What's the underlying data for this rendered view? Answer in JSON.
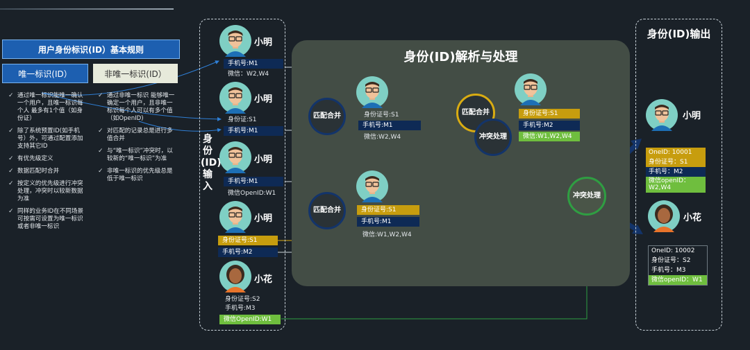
{
  "rules": {
    "title": "用户身份标识(ID）基本规则",
    "unique_label": "唯一标识(ID）",
    "nonunique_label": "非唯一标识(ID）",
    "unique_items": [
      "通过唯一标识能唯一确认一个用户，且唯一标识每个人 最多有1个值（如身份证）",
      "除了系统预置ID(如手机号）外，可通过配置添加支持其它ID",
      "有优先级定义",
      "数据匹配时合并",
      "按定义的优先级进行冲突处理，冲突时以较新数据为准",
      "同样的业务ID在不同场景可按需可设置为唯一标识 或者非唯一标识"
    ],
    "nonunique_items": [
      "通过非唯一标识 能够唯一确定一个用户，且非唯一标识每个人可以有多个值（如OpenID)",
      "对匹配的记录总是进行多值合并",
      "与“唯一标识”冲突时，以较新的“唯一标识”为准",
      "非唯一标识的优先级总是低于唯一标识"
    ]
  },
  "input": {
    "title": "身份(ID)输入",
    "records": [
      {
        "name": "小明",
        "fields": [
          "手机号:M1",
          "微信：W2,W4"
        ]
      },
      {
        "name": "小明",
        "fields": [
          "身份证:S1",
          "手机号:M1"
        ]
      },
      {
        "name": "小明",
        "fields": [
          "手机号:M1",
          "微信OpenID:W1"
        ]
      },
      {
        "name": "小明",
        "fields": [
          "身份证号:S1",
          "手机号:M2"
        ]
      },
      {
        "name": "小花",
        "fields": [
          "身份证号:S2",
          "手机号:M3",
          "微信OpenID:W1"
        ]
      }
    ]
  },
  "process": {
    "title": "身份(ID)解析与处理",
    "match1_label": "匹配合并",
    "match2_label": "匹配合并",
    "match3_label": "匹配合并",
    "conflict1_label": "冲突处理",
    "conflict2_label": "冲突处理",
    "merged1": [
      "身份证号:S1",
      "手机号:M1",
      "微信:W2,W4"
    ],
    "merged2": [
      "身份证号:S1",
      "手机号:M1",
      "微信:W1,W2,W4"
    ],
    "merged3": [
      "身份证号:S1",
      "手机号:M2",
      "微信:W1,W2,W4"
    ]
  },
  "output": {
    "title": "身份(ID)输出",
    "person1": {
      "name": "小明",
      "fields": [
        "OneID: 10001",
        "身份证号：S1",
        "手机号：M2",
        "微信openID：W2,W4"
      ]
    },
    "person2": {
      "name": "小花",
      "fields": [
        "OneID: 10002",
        "身份证号：S2",
        "手机号：M3",
        "微信openID：W1"
      ]
    }
  },
  "colors": {
    "navy": "#0e2a55",
    "gold": "#c79d0e",
    "green": "#6fbe3e",
    "blue": "#1d5fb0"
  }
}
